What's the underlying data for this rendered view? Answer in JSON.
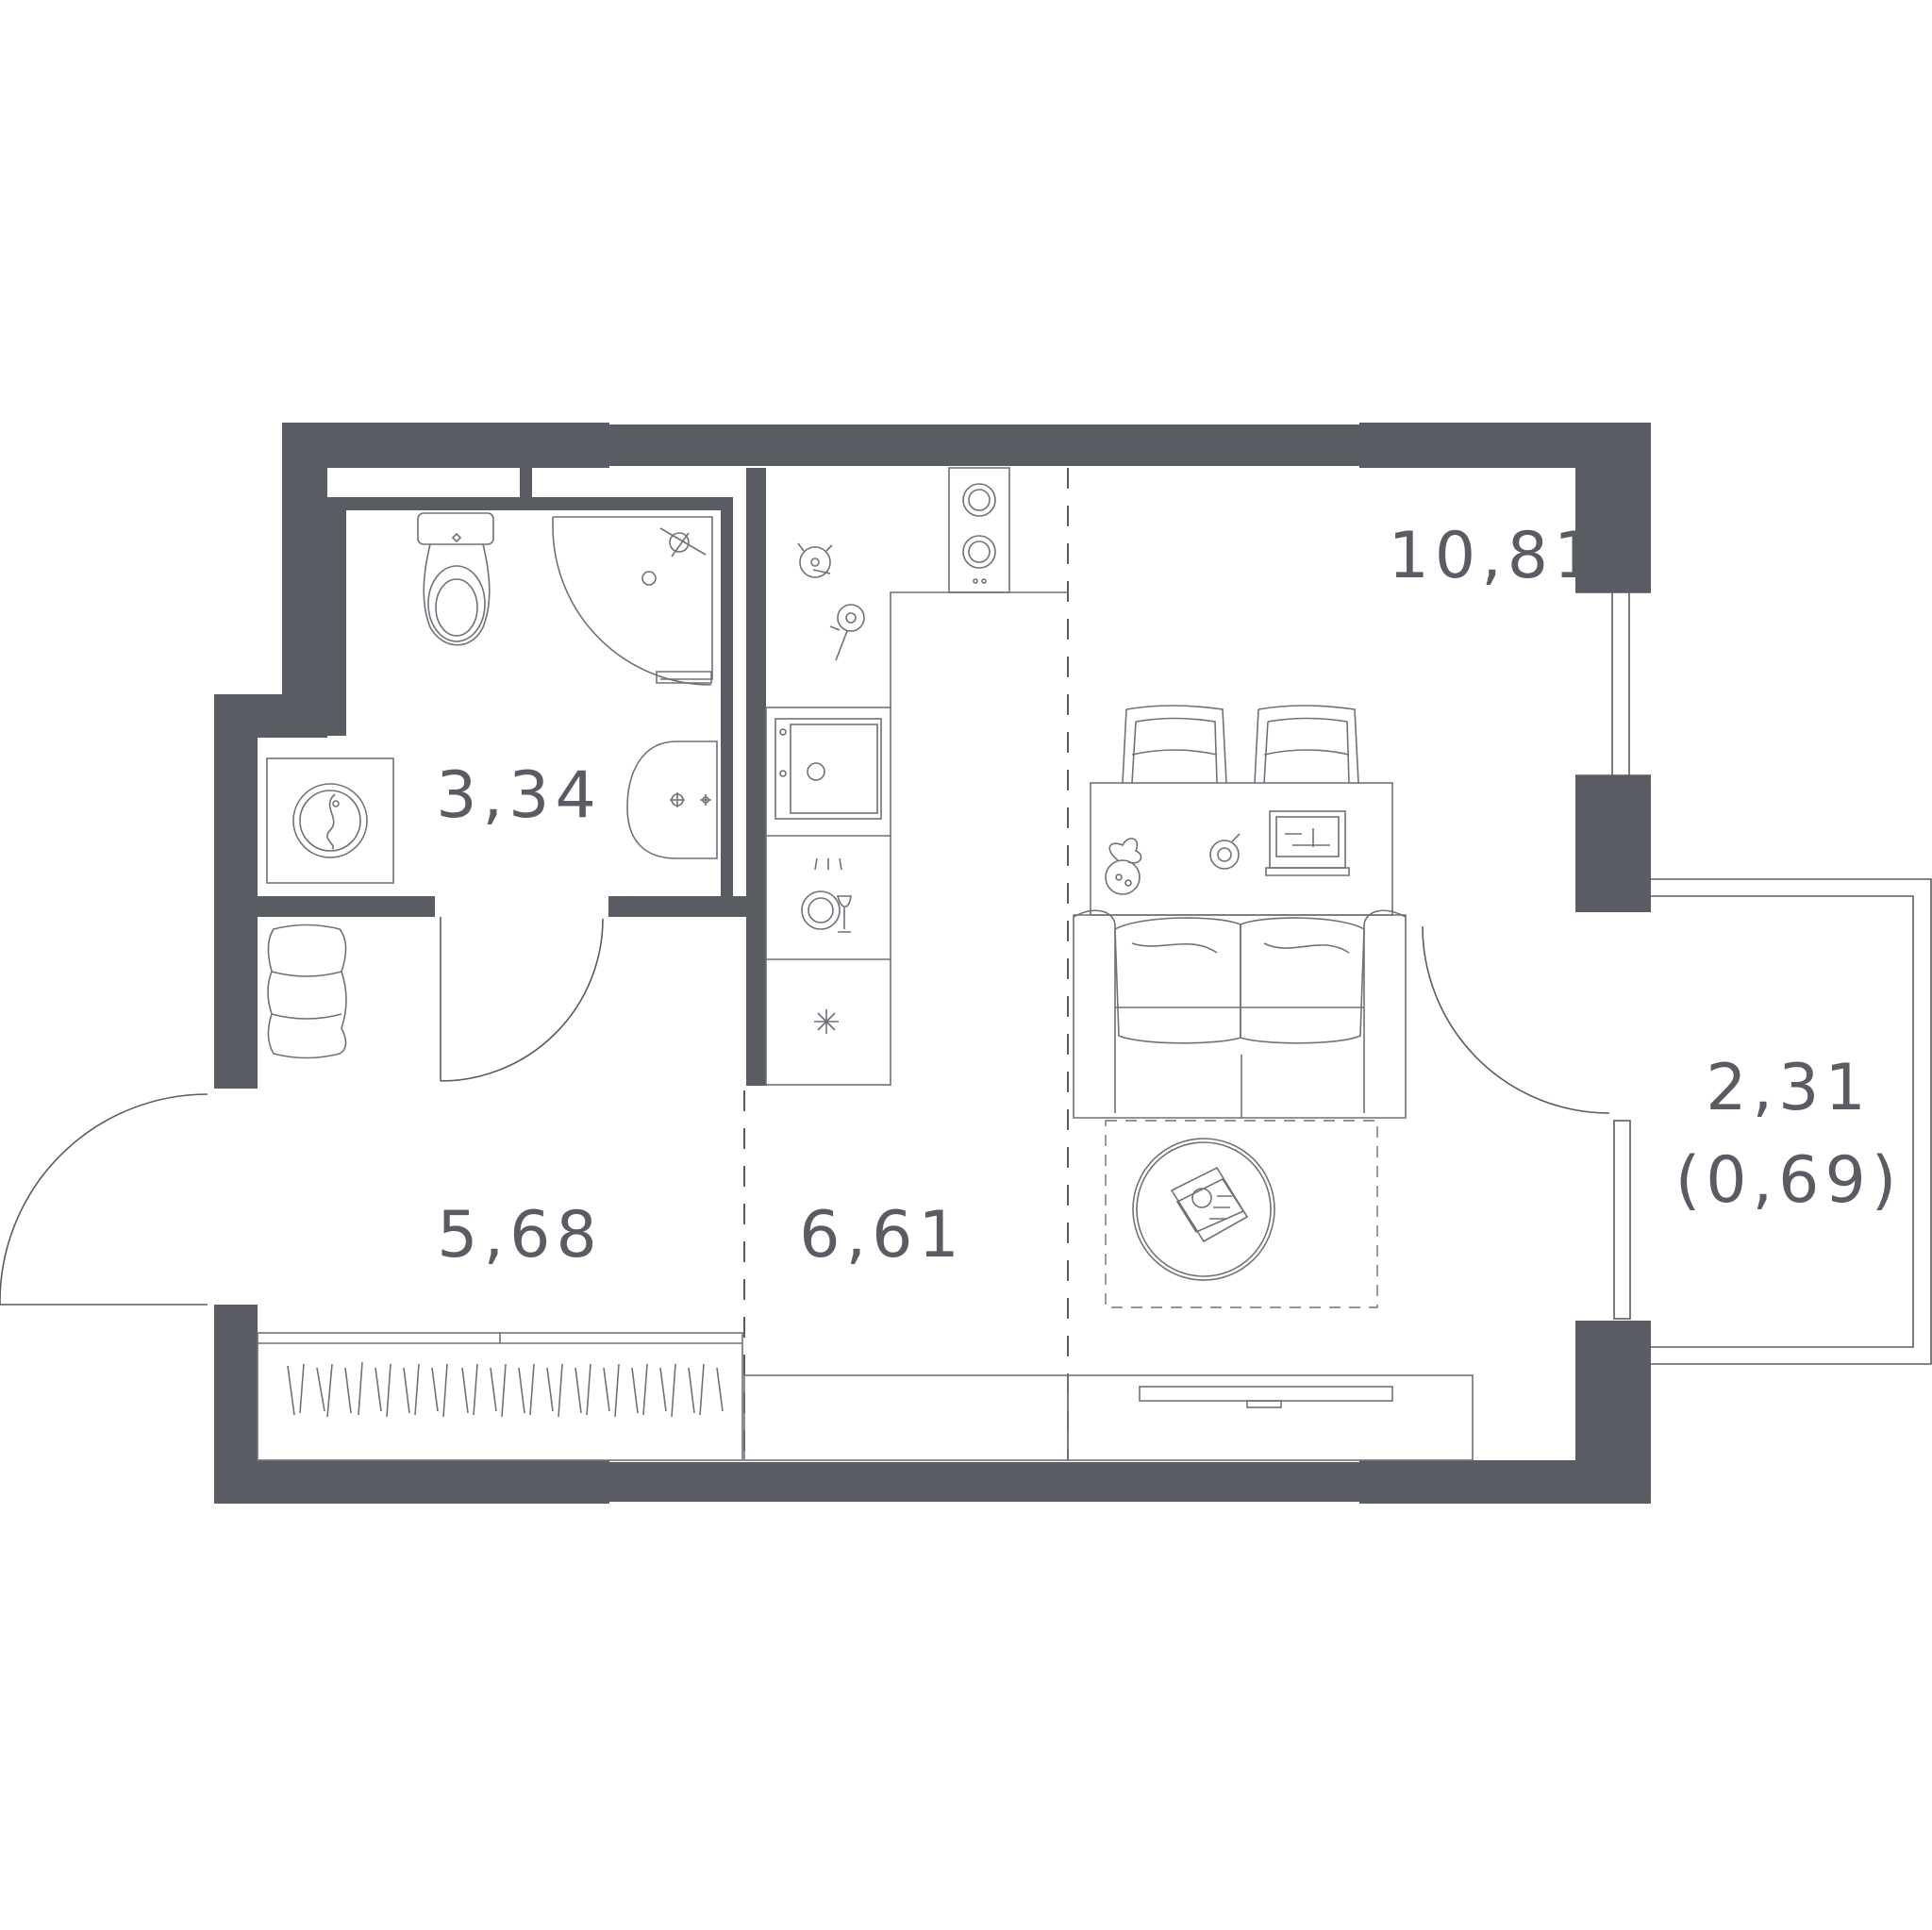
{
  "colors": {
    "wall": "#5a5c63",
    "label": "#5a5c63"
  },
  "rooms": {
    "bathroom": {
      "area": "3,34"
    },
    "hallway": {
      "area": "5,68"
    },
    "kitchen": {
      "area": "6,61"
    },
    "living": {
      "area": "10,81"
    },
    "balcony": {
      "area": "2,31",
      "reduced_area": "(0,69)"
    }
  }
}
